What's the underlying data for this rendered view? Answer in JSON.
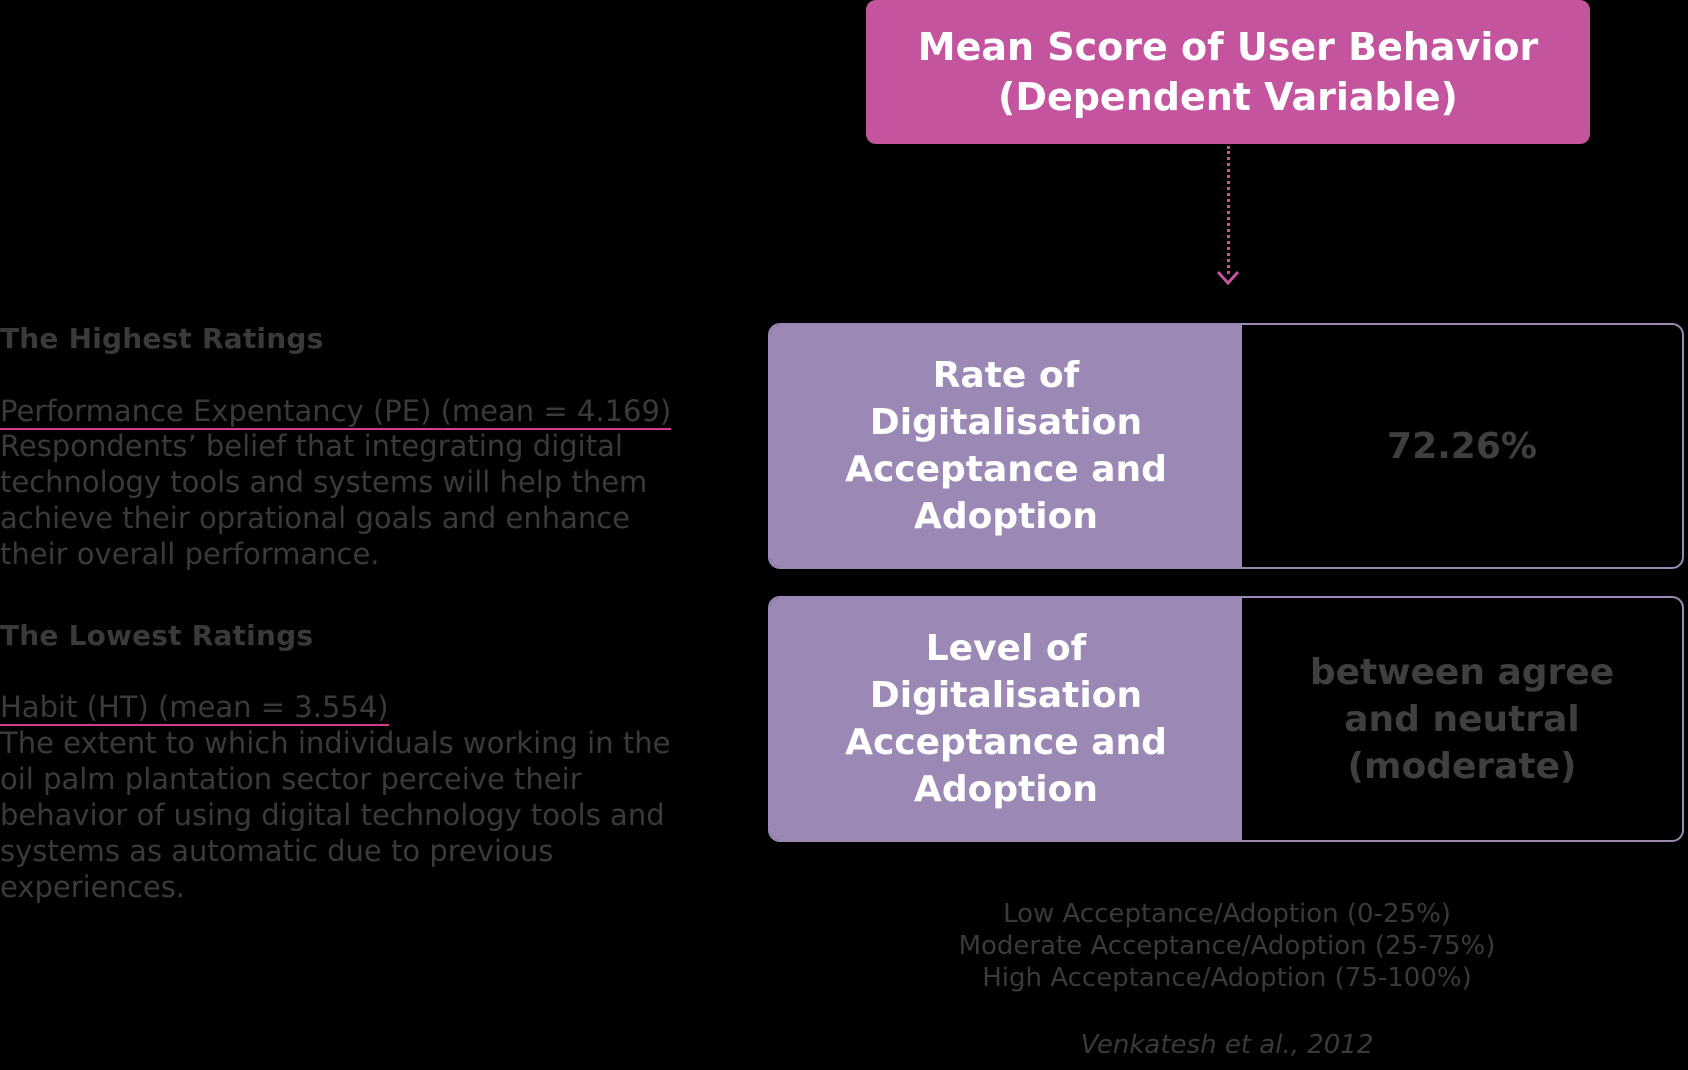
{
  "dependent_variable": {
    "line1": "Mean Score of User Behavior",
    "line2": "(Dependent Variable)"
  },
  "highest": {
    "heading": "The Highest Ratings",
    "metric": "Performance Expentancy (PE) (mean = 4.169)",
    "description": "Respondents’ belief that integrating digital technology tools and systems will help them achieve their oprational goals and enhance their overall performance."
  },
  "lowest": {
    "heading": "The Lowest Ratings",
    "metric": "Habit (HT) (mean = 3.554)",
    "description": "The extent to which individuals working in the oil palm plantation sector perceive their behavior of using digital technology tools and systems as automatic due to previous experiences."
  },
  "rows": [
    {
      "label_lines": [
        "Rate of",
        "Digitalisation",
        "Acceptance and",
        "Adoption"
      ],
      "value_lines": [
        "72.26%"
      ]
    },
    {
      "label_lines": [
        "Level of",
        "Digitalisation",
        "Acceptance and",
        "Adoption"
      ],
      "value_lines": [
        "between agree",
        "and neutral",
        "(moderate)"
      ]
    }
  ],
  "scale": [
    "Low Acceptance/Adoption (0-25%)",
    "Moderate Acceptance/Adoption (25-75%)",
    "High Acceptance/Adoption (75-100%)"
  ],
  "citation": "Venkatesh et al., 2012",
  "colors": {
    "accent_pink": "#c5549e",
    "row_purple": "#9b88b5",
    "underline_pink": "#d63c8e"
  }
}
